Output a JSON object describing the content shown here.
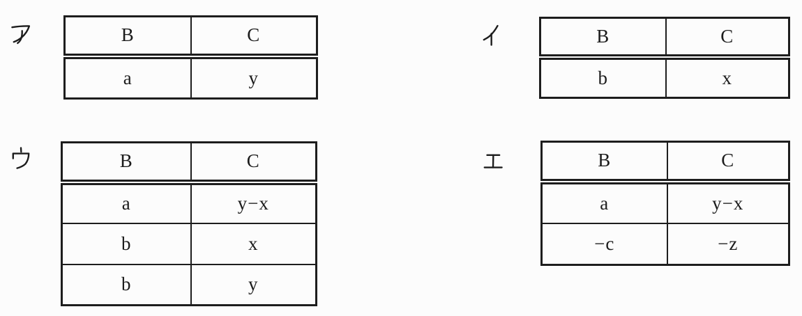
{
  "page": {
    "background": "#fcfcfc",
    "ink": "#1c1c1c"
  },
  "tables": [
    {
      "label": "ア",
      "headers": [
        "B",
        "C"
      ],
      "rows": [
        [
          "a",
          "y"
        ]
      ]
    },
    {
      "label": "イ",
      "headers": [
        "B",
        "C"
      ],
      "rows": [
        [
          "b",
          "x"
        ]
      ]
    },
    {
      "label": "ウ",
      "headers": [
        "B",
        "C"
      ],
      "rows": [
        [
          "a",
          "y−x"
        ],
        [
          "b",
          "x"
        ],
        [
          "b",
          "y"
        ]
      ]
    },
    {
      "label": "エ",
      "headers": [
        "B",
        "C"
      ],
      "rows": [
        [
          "a",
          "y−x"
        ],
        [
          "−c",
          "−z"
        ]
      ]
    }
  ]
}
